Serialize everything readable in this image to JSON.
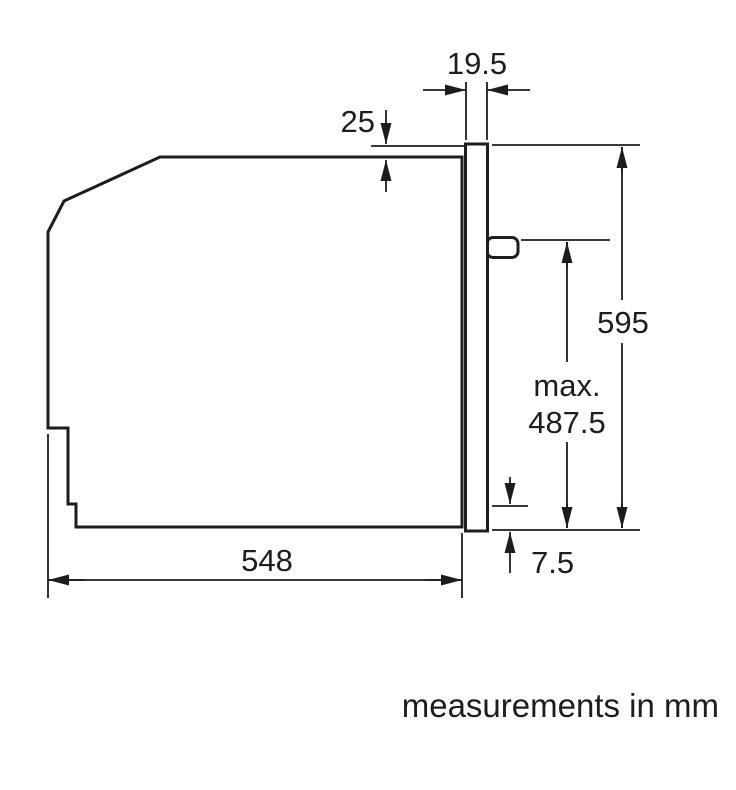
{
  "page": {
    "background": "#ffffff",
    "line_color": "#1d1d1b"
  },
  "caption": "measurements in mm",
  "dimensions": {
    "frame_thickness": "19.5",
    "top_overhang": "25",
    "front_height": "595",
    "handle_clearance_prefix": "max.",
    "handle_clearance_value": "487.5",
    "bottom_overhang": "7.5",
    "appliance_depth": "548"
  }
}
